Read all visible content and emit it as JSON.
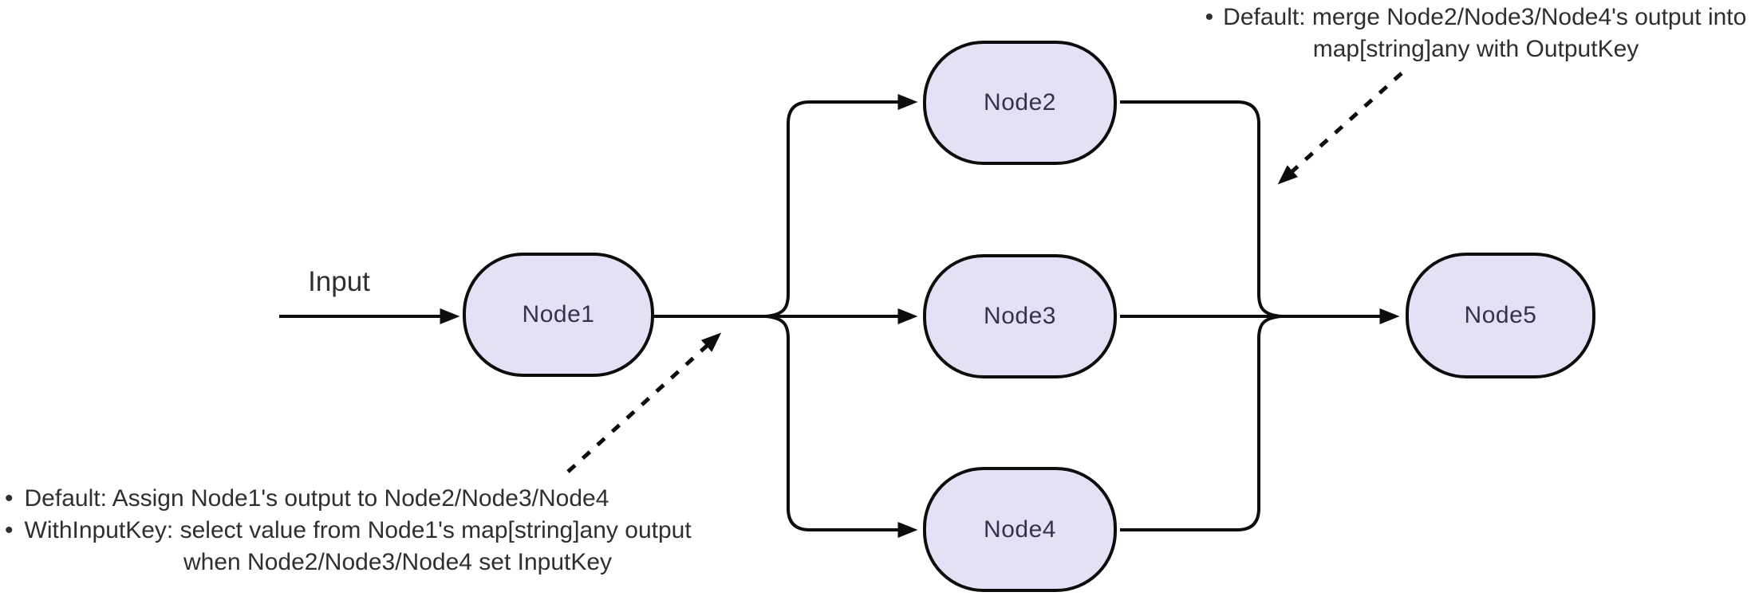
{
  "diagram": {
    "input_label": "Input",
    "nodes": [
      {
        "id": "node1",
        "label": "Node1"
      },
      {
        "id": "node2",
        "label": "Node2"
      },
      {
        "id": "node3",
        "label": "Node3"
      },
      {
        "id": "node4",
        "label": "Node4"
      },
      {
        "id": "node5",
        "label": "Node5"
      }
    ],
    "edges": [
      "Input -> Node1",
      "Node1 -> Node2",
      "Node1 -> Node3",
      "Node1 -> Node4",
      "Node2 -> Node5",
      "Node3 -> Node5",
      "Node4 -> Node5"
    ],
    "annotations": {
      "top_right": {
        "bullet": "•",
        "line1": "Default: merge Node2/Node3/Node4's output into",
        "line2": "map[string]any with OutputKey"
      },
      "bottom_left": {
        "bullet": "•",
        "item1": "Default: Assign Node1's output to Node2/Node3/Node4",
        "item2_line1": "WithInputKey: select value from Node1's map[string]any output",
        "item2_line2": "when Node2/Node3/Node4 set InputKey"
      }
    },
    "colors": {
      "node_fill": "#E6E0F6",
      "node_stroke": "#0d0d0d",
      "node_label": "#33334a",
      "edge": "#0d0d0d",
      "text": "#2f2f2f"
    }
  }
}
